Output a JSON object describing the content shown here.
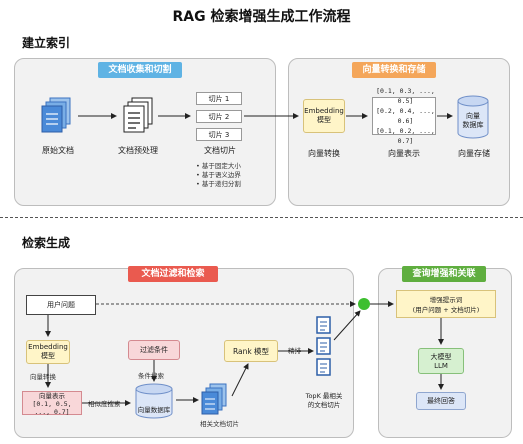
{
  "title": "RAG 检索增强生成工作流程",
  "section1": {
    "heading": "建立索引",
    "panel_left_tag": "文档收集和切割",
    "panel_right_tag": "向量转换和存储",
    "raw_doc_label": "原始文档",
    "preprocess_label": "文档预处理",
    "chunk_label": "文档切片",
    "chunks": [
      "切片 1",
      "切片 2",
      "切片 3"
    ],
    "chunk_methods": [
      "• 基于固定大小",
      "• 基于语义边界",
      "• 基于递归分割"
    ],
    "embedding_box": [
      "Embedding",
      "模型"
    ],
    "embedding_label": "向量转换",
    "vectors": [
      "[0.1, 0.3, ..., 0.5]",
      "[0.2, 0.4, ..., 0.6]",
      "[0.1, 0.2, ..., 0.7]"
    ],
    "vector_label": "向量表示",
    "db_text": [
      "向量",
      "数据库"
    ],
    "db_label": "向量存储"
  },
  "section2": {
    "heading": "检索生成",
    "panel_left_tag": "文档过滤和检索",
    "panel_right_tag": "查询增强和关联",
    "user_question": "用户问题",
    "embedding_box": [
      "Embedding",
      "模型"
    ],
    "embedding_label": "向量转换",
    "vector_box": [
      "向量表示",
      "[0.1, 0.5, ..., 0.7]"
    ],
    "similarity_label": "相似度搜索",
    "filter_box": "过滤条件",
    "condition_label": "条件搜索",
    "db_label": "向量数据库",
    "related_label": "相关文档切片",
    "rank_box": "Rank 模型",
    "refine_label": "精排",
    "topk_label": [
      "TopK 最相关",
      "的文档切片"
    ],
    "prompt_box": [
      "增强提示词",
      "(用户问题 + 文档切片)"
    ],
    "llm_box": [
      "大模型",
      "LLM"
    ],
    "answer_box": "最终回答"
  },
  "colors": {
    "blue_tag": "#5fb3e4",
    "orange_tag": "#f4a65a",
    "red_tag": "#ea5a4f",
    "green_tag": "#5fae3f",
    "green_dot": "#3dbf2f"
  }
}
